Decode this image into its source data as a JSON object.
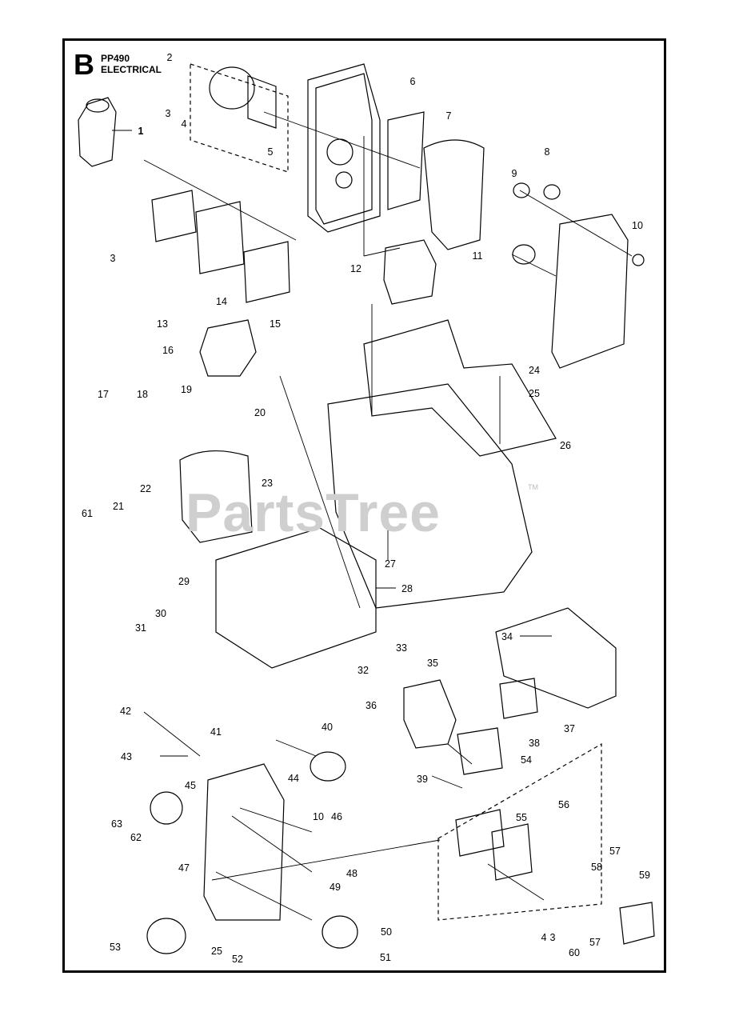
{
  "header": {
    "letter": "B",
    "model": "PP490",
    "title": "ELECTRICAL"
  },
  "watermark": {
    "text": "PartsTree",
    "tm": "TM"
  },
  "callouts": [
    {
      "t": "1"
    },
    {
      "t": "2"
    },
    {
      "t": "3"
    },
    {
      "t": "4"
    },
    {
      "t": "5"
    },
    {
      "t": "6"
    },
    {
      "t": "7"
    },
    {
      "t": "8"
    },
    {
      "t": "9"
    },
    {
      "t": "10"
    },
    {
      "t": "3"
    },
    {
      "t": "12"
    },
    {
      "t": "11"
    },
    {
      "t": "13"
    },
    {
      "t": "14"
    },
    {
      "t": "15"
    },
    {
      "t": "16"
    },
    {
      "t": "17"
    },
    {
      "t": "18"
    },
    {
      "t": "19"
    },
    {
      "t": "20"
    },
    {
      "t": "22"
    },
    {
      "t": "23"
    },
    {
      "t": "61"
    },
    {
      "t": "21"
    },
    {
      "t": "24"
    },
    {
      "t": "25"
    },
    {
      "t": "26"
    },
    {
      "t": "27"
    },
    {
      "t": "28"
    },
    {
      "t": "29"
    },
    {
      "t": "30"
    },
    {
      "t": "31"
    },
    {
      "t": "33"
    },
    {
      "t": "34"
    },
    {
      "t": "32"
    },
    {
      "t": "35"
    },
    {
      "t": "36"
    },
    {
      "t": "37"
    },
    {
      "t": "38"
    },
    {
      "t": "39"
    },
    {
      "t": "40"
    },
    {
      "t": "41"
    },
    {
      "t": "42"
    },
    {
      "t": "43"
    },
    {
      "t": "44"
    },
    {
      "t": "45"
    },
    {
      "t": "10"
    },
    {
      "t": "46"
    },
    {
      "t": "63"
    },
    {
      "t": "62"
    },
    {
      "t": "47"
    },
    {
      "t": "48"
    },
    {
      "t": "49"
    },
    {
      "t": "54"
    },
    {
      "t": "55"
    },
    {
      "t": "56"
    },
    {
      "t": "57"
    },
    {
      "t": "58"
    },
    {
      "t": "59"
    },
    {
      "t": "4"
    },
    {
      "t": "3"
    },
    {
      "t": "60"
    },
    {
      "t": "57"
    },
    {
      "t": "50"
    },
    {
      "t": "51"
    },
    {
      "t": "53"
    },
    {
      "t": "25"
    },
    {
      "t": "52"
    }
  ]
}
